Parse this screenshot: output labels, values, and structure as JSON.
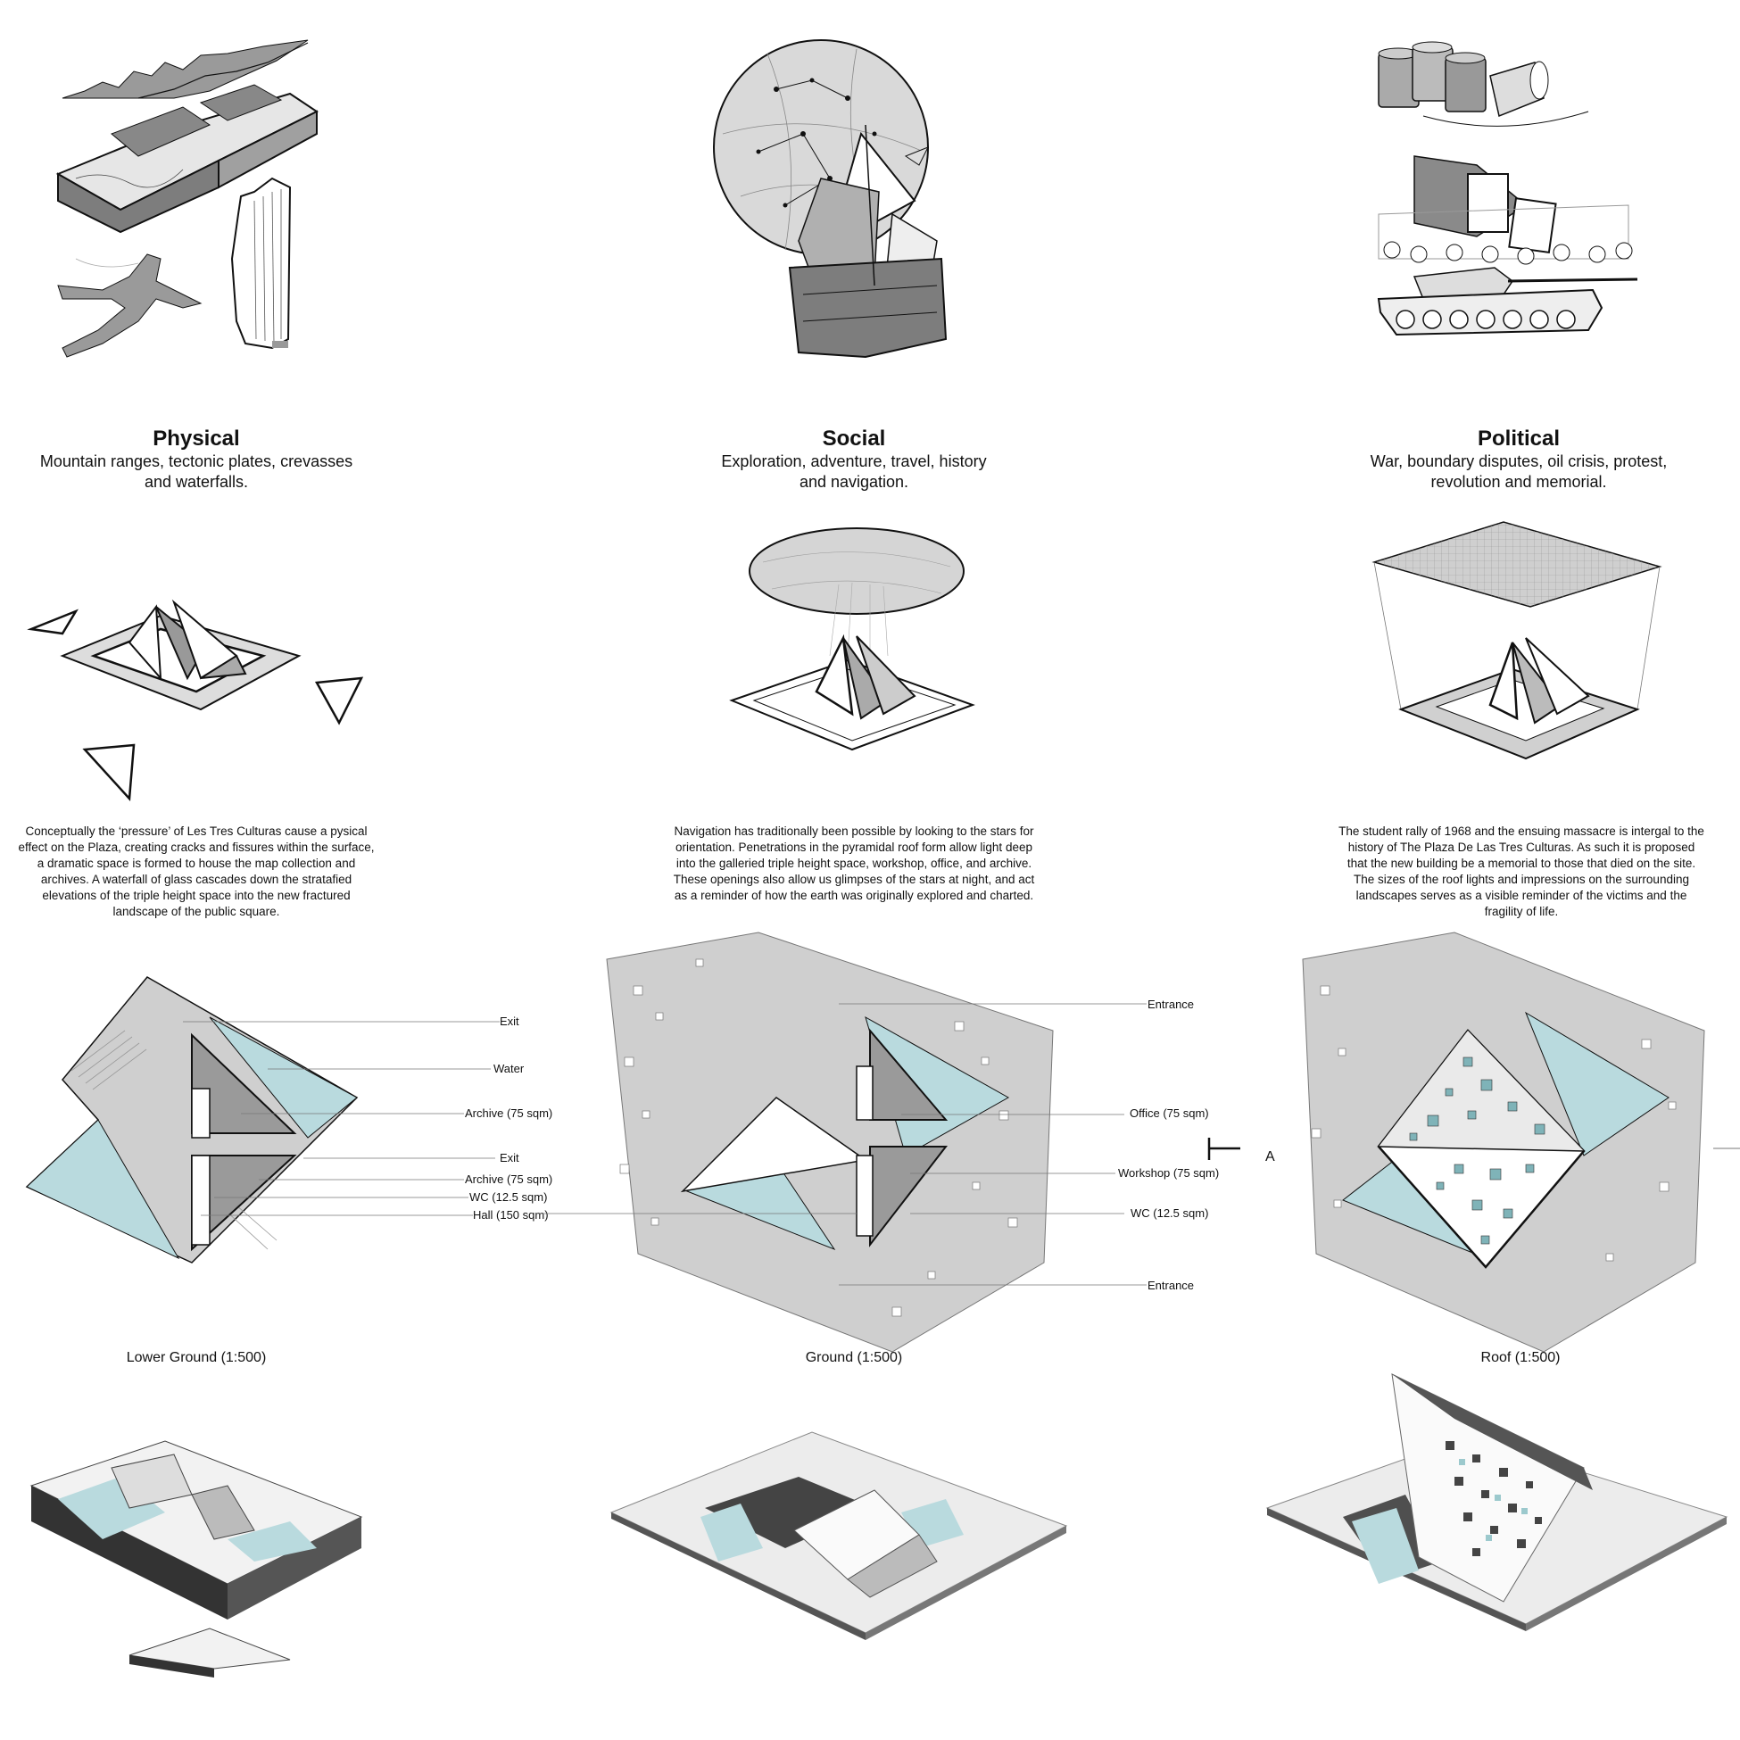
{
  "columns": [
    {
      "title": "Physical",
      "subtitle_line1": "Mountain ranges, tectonic plates, crevasses",
      "subtitle_line2": "and waterfalls.",
      "paragraph": "Conceptually the ‘pressure’ of Les Tres Culturas cause a pysical effect on the Plaza, creating cracks and fissures within the surface, a dramatic space is formed to house the map collection and archives. A waterfall of glass cascades down the stratafied elevations of the triple height space into the new fractured landscape of the public square.",
      "plan_caption": "Lower Ground (1:500)",
      "labels": {
        "exit1": "Exit",
        "water": "Water",
        "archive1": "Archive (75 sqm)",
        "exit2": "Exit",
        "archive2": "Archive (75 sqm)",
        "wc": "WC (12.5 sqm)",
        "hall": "Hall (150 sqm)"
      }
    },
    {
      "title": "Social",
      "subtitle_line1": "Exploration, adventure, travel, history",
      "subtitle_line2": "and navigation.",
      "paragraph": "Navigation has traditionally been possible by looking to the stars for orientation. Penetrations in the pyramidal roof form allow light deep into the galleried triple height space, workshop, office, and archive. These openings also allow us glimpses of the stars at night, and act as a reminder of how the earth was originally explored and charted.",
      "plan_caption": "Ground (1:500)",
      "labels": {
        "entrance1": "Entrance",
        "office": "Office (75 sqm)",
        "workshop": "Workshop (75 sqm)",
        "wc": "WC (12.5 sqm)",
        "entrance2": "Entrance"
      }
    },
    {
      "title": "Political",
      "subtitle_line1": "War, boundary disputes, oil crisis, protest,",
      "subtitle_line2": "revolution and memorial.",
      "paragraph": "The student rally of 1968 and the ensuing massacre is intergal to the history of The Plaza De Las Tres Culturas. As such it is proposed that the new building be a memorial to those that died on the site. The sizes of the roof lights and impressions on the surrounding landscapes serves as a visible reminder of the victims and the fragility of life.",
      "plan_caption": "Roof (1:500)",
      "section_marker": "A"
    }
  ],
  "colors": {
    "glass": "#b9dade",
    "paving": "#c9c9c9",
    "dark": "#8a8a8a",
    "line": "#111111"
  }
}
